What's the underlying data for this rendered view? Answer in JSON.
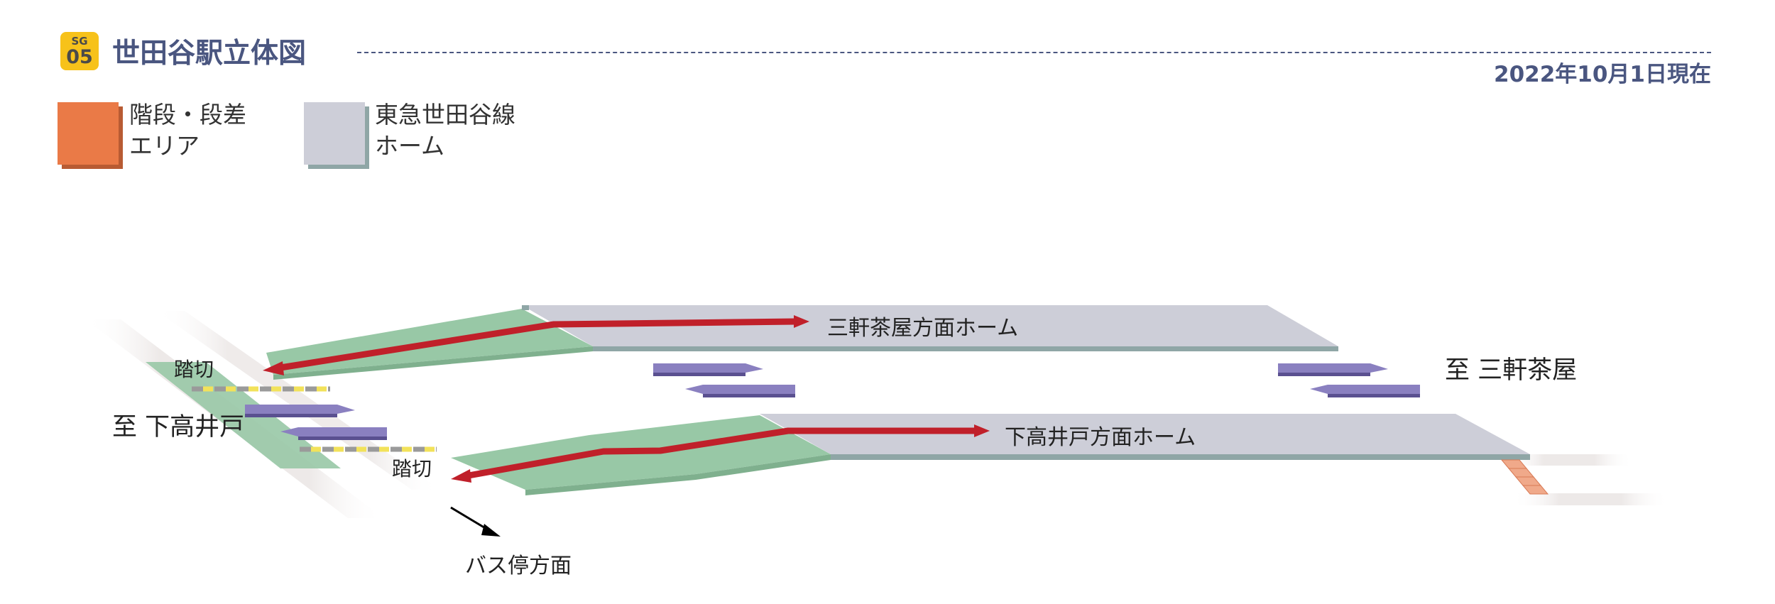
{
  "header": {
    "badge_line1": "SG",
    "badge_line2": "05",
    "title": "世田谷駅立体図",
    "date": "2022年10月1日現在"
  },
  "legend": [
    {
      "line1": "階段・段差",
      "line2": "エリア",
      "color": "#ea7a47"
    },
    {
      "line1": "東急世田谷線",
      "line2": "ホーム",
      "color": "#cdced8"
    }
  ],
  "diagram": {
    "platform_top_label": "三軒茶屋方面ホーム",
    "platform_bottom_label": "下高井戸方面ホーム",
    "crossing_label_top": "踏切",
    "crossing_label_bottom": "踏切",
    "direction_left": "至 下高井戸",
    "direction_right": "至 三軒茶屋",
    "bus_label": "バス停方面",
    "colors": {
      "platform": "#cdced8",
      "platform_edge": "#8fa6a6",
      "ramp": "#98c8a6",
      "route": "#c0202a",
      "train_arrow": "#8a80c0",
      "stairs": "#f0a98a",
      "road": "#efeceb"
    }
  }
}
